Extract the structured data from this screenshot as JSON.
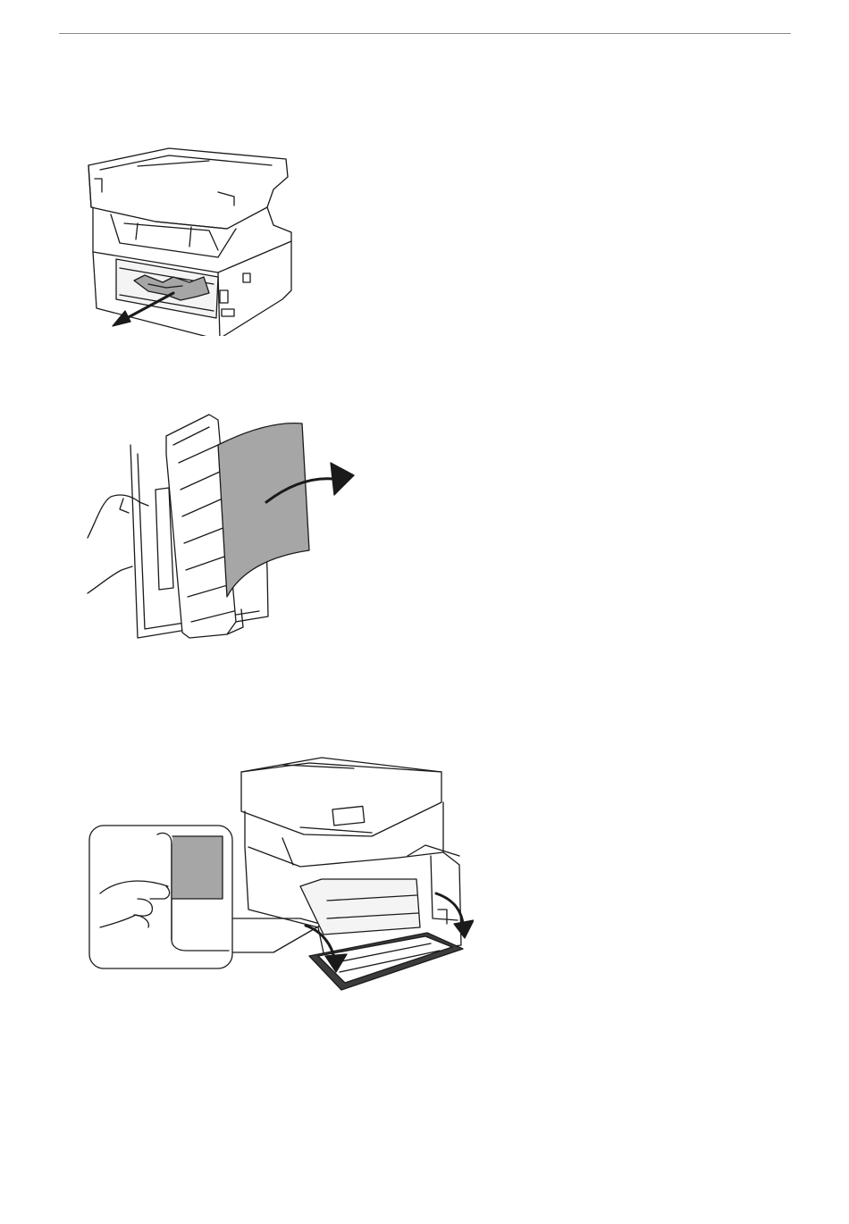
{
  "page": {
    "figures": [
      {
        "icon": "printer-rear-jammed-paper-removal-illustration"
      },
      {
        "icon": "rear-cover-paper-removal-illustration"
      },
      {
        "icon": "printer-front-cover-open-illustration"
      }
    ],
    "colors": {
      "line": "#1a1a1a",
      "paper": "#a6a6a6",
      "dark": "#3c3c3c",
      "rule": "#8a8a8a"
    }
  }
}
